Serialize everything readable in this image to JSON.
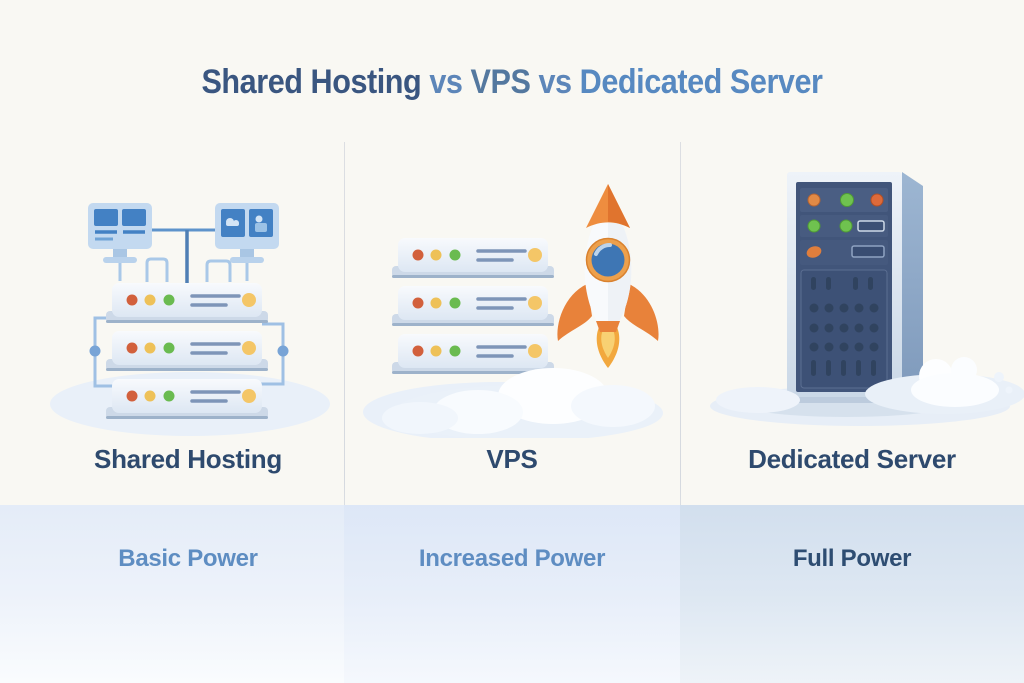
{
  "title": {
    "full": "Shared Hosting vs VPS vs Dedicated Server",
    "parts": [
      {
        "text": "Shared Hosting",
        "color": "#3a5680"
      },
      {
        "text": " vs ",
        "color": "#5d86b9"
      },
      {
        "text": "VPS",
        "color": "#54789f"
      },
      {
        "text": " vs ",
        "color": "#5d86b9"
      },
      {
        "text": "Dedicated Server",
        "color": "#5789c1"
      }
    ]
  },
  "columns": [
    {
      "name": "Shared Hosting",
      "power": "Basic Power",
      "power_color": "#5e8dc2",
      "band_color": "#e4ecf8",
      "illustration": "shared-hosting-server-stack-with-two-monitors"
    },
    {
      "name": "VPS",
      "power": "Increased Power",
      "power_color": "#5e8dc2",
      "band_color": "#dde7f7",
      "illustration": "vps-server-stack-with-rocket-and-clouds"
    },
    {
      "name": "Dedicated Server",
      "power": "Full Power",
      "power_color": "#2e4d72",
      "band_color": "#d2dfee",
      "illustration": "dedicated-server-tower-with-clouds"
    }
  ],
  "icons": {
    "monitors": "dual-monitor-icon",
    "server_stack": "server-stack-icon",
    "rocket": "rocket-icon",
    "tower": "server-tower-icon",
    "clouds": "cloud-icon",
    "network_nodes": "network-node-icon"
  },
  "colors": {
    "background": "#f9f8f3",
    "divider": "#d8dade",
    "column_name_text": "#2e4a6e",
    "server_dot_red": "#d2603c",
    "server_dot_yellow": "#eec158",
    "server_dot_green": "#6abb50",
    "server_accent_yellow": "#f4c667",
    "server_line_slate": "#7e95b8",
    "monitor_screen_blue": "#4381c4",
    "wire_blue": "#5e93cb",
    "rocket_orange": "#e8823a",
    "rocket_flame_yellow": "#f2a83e",
    "porthole_blue": "#3e76b4",
    "tower_panel_navy": "#41557a",
    "tower_side_blue": "#8aa5c5"
  }
}
